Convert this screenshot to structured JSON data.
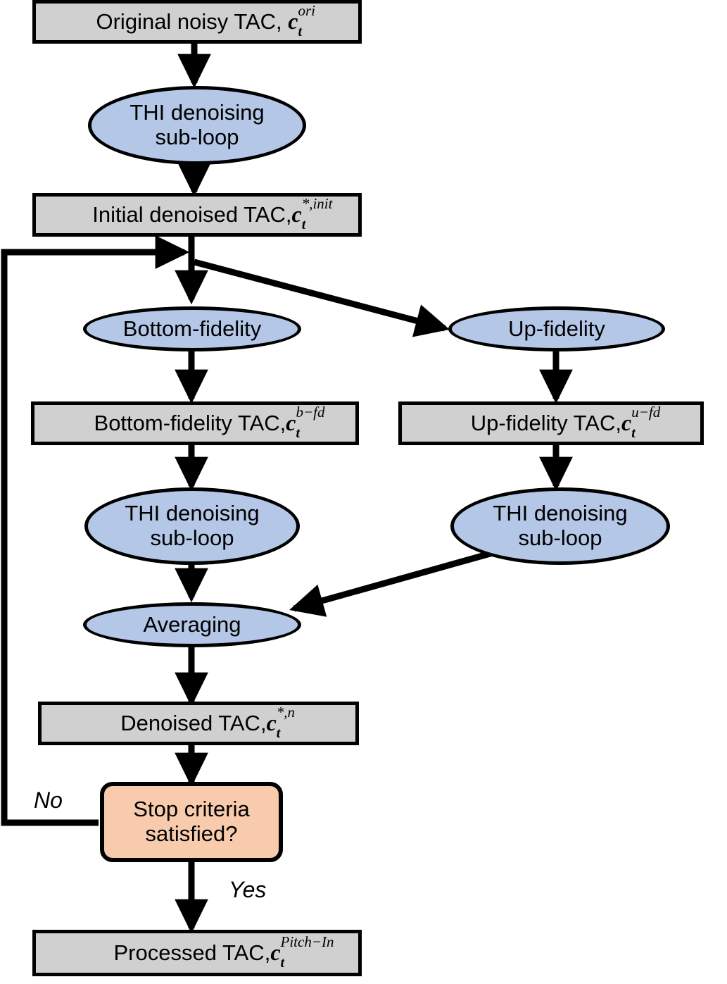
{
  "diagram": {
    "title": "THI denoising iterative pipeline flowchart",
    "colors": {
      "process_fill": "#d0d0d0",
      "operation_fill": "#b4c7e7",
      "decision_fill": "#f8cbad",
      "stroke": "#000000",
      "background": "#ffffff"
    },
    "nodes": [
      {
        "id": "original-noisy-tac",
        "shape": "rect",
        "text": "Original noisy TAC, ",
        "symbol": "c",
        "sub": "t",
        "sup": "ori"
      },
      {
        "id": "thi-denoising-sub-loop-top",
        "shape": "ellipse",
        "line1": "THI denoising",
        "line2": "sub-loop"
      },
      {
        "id": "initial-denoised-tac",
        "shape": "rect",
        "text": "Initial denoised TAC,",
        "symbol": "c",
        "sub": "t",
        "sup": "*,init"
      },
      {
        "id": "bottom-fidelity",
        "shape": "ellipse",
        "line1": "Bottom-fidelity"
      },
      {
        "id": "up-fidelity",
        "shape": "ellipse",
        "line1": "Up-fidelity"
      },
      {
        "id": "bottom-fidelity-tac",
        "shape": "rect",
        "text": "Bottom-fidelity TAC,",
        "symbol": "c",
        "sub": "t",
        "sup": "b−fd"
      },
      {
        "id": "up-fidelity-tac",
        "shape": "rect",
        "text": "Up-fidelity TAC,",
        "symbol": "c",
        "sub": "t",
        "sup": "u−fd"
      },
      {
        "id": "thi-denoising-sub-loop-left",
        "shape": "ellipse",
        "line1": "THI denoising",
        "line2": "sub-loop"
      },
      {
        "id": "thi-denoising-sub-loop-right",
        "shape": "ellipse",
        "line1": "THI denoising",
        "line2": "sub-loop"
      },
      {
        "id": "averaging",
        "shape": "ellipse",
        "line1": "Averaging"
      },
      {
        "id": "denoised-tac",
        "shape": "rect",
        "text": "Denoised TAC,",
        "symbol": "c",
        "sub": "t",
        "sup": "*,n"
      },
      {
        "id": "stop-criteria",
        "shape": "decision",
        "line1": "Stop criteria",
        "line2": "satisfied?"
      },
      {
        "id": "processed-tac",
        "shape": "rect",
        "text": "Processed TAC,",
        "symbol": "c",
        "sub": "t",
        "sup": "Pitch−In"
      }
    ],
    "edge_labels": {
      "no": "No",
      "yes": "Yes"
    }
  }
}
